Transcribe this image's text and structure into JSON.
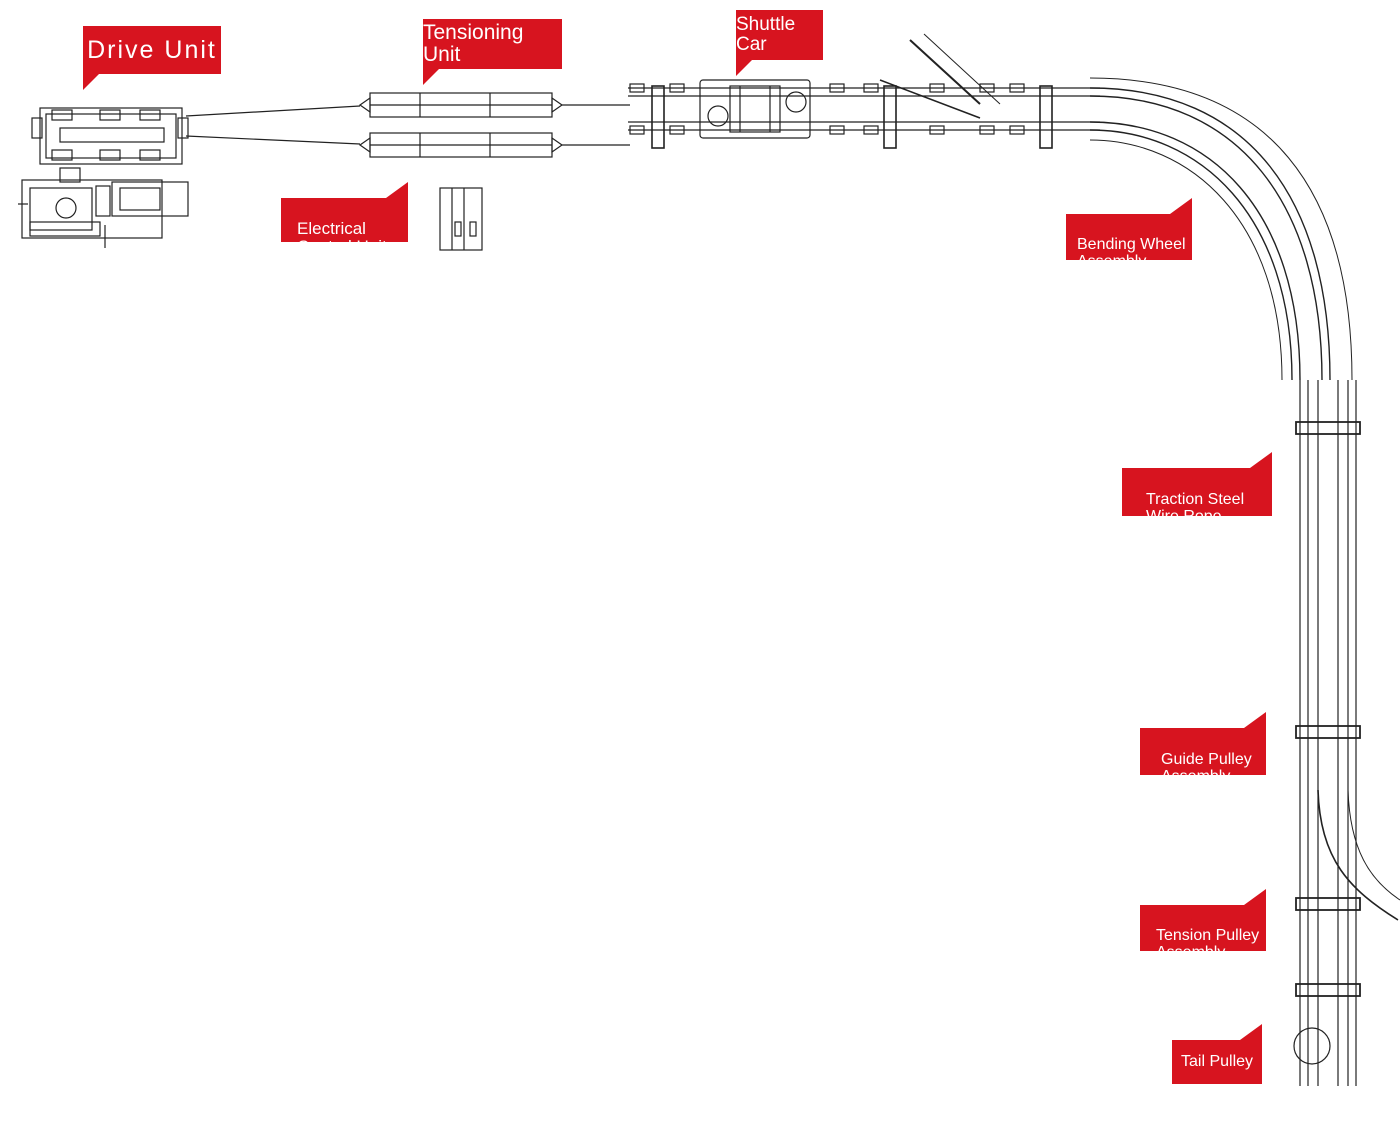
{
  "labels": {
    "drive_unit": "Drive Unit",
    "tensioning_unit": "Tensioning Unit",
    "shuttle_car": "Shuttle Car",
    "electrical_control_unit": "Electrical\nControl Unit",
    "bending_wheel_assembly": "Bending Wheel\nAssembly",
    "traction_steel_wire_rope": "Traction Steel\nWire Rope",
    "guide_pulley_assembly": "Guide Pulley\nAssembly",
    "tension_pulley_assembly": "Tension Pulley\nAssembly",
    "tail_pulley": "Tail Pulley"
  },
  "colors": {
    "callout": "#d7141f",
    "line": "#222222"
  }
}
